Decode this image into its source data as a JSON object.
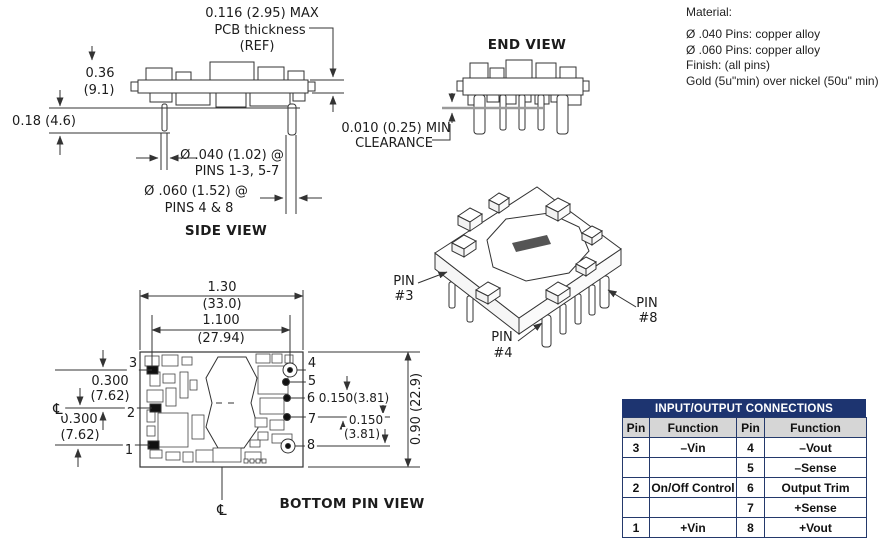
{
  "side_view": {
    "title": "SIDE VIEW",
    "pcb_max": "0.116 (2.95) MAX",
    "pcb_thickness": "PCB thickness",
    "pcb_ref": "(REF)",
    "height_in": "0.36",
    "height_mm": "(9.1)",
    "pin_length": "0.18 (4.6)",
    "pin_dia_small": "Ø .040 (1.02) @",
    "pin_dia_small_pins": "PINS 1-3, 5-7",
    "pin_dia_large": "Ø .060 (1.52) @",
    "pin_dia_large_pins": "PINS 4 & 8"
  },
  "end_view": {
    "title": "END VIEW",
    "clearance_value": "0.010 (0.25) MIN",
    "clearance_label": "CLEARANCE"
  },
  "material": {
    "title": "Material:",
    "lines": [
      "Ø .040 Pins: copper alloy",
      "Ø .060 Pins: copper alloy",
      "Finish: (all pins)",
      "Gold (5u\"min) over nickel (50u\" min)"
    ]
  },
  "iso_view": {
    "pin3": {
      "line1": "PIN",
      "line2": "#3"
    },
    "pin4": {
      "line1": "PIN",
      "line2": "#4"
    },
    "pin8": {
      "line1": "PIN",
      "line2": "#8"
    }
  },
  "bottom_view": {
    "title": "BOTTOM PIN VIEW",
    "width_in": "1.30",
    "width_mm": "(33.0)",
    "pin_span_in": "1.100",
    "pin_span_mm": "(27.94)",
    "pitch_left_top_in": "0.300",
    "pitch_left_top_mm": "(7.62)",
    "pitch_left_bot_in": "0.300",
    "pitch_left_bot_mm": "(7.62)",
    "pitch_right_top": "0.150(3.81)",
    "pitch_right_bot_in": "0.150",
    "pitch_right_bot_mm": "(3.81)",
    "height_dim": "0.90 (22.9)",
    "centerline": "℄",
    "left_pins": [
      "3",
      "2",
      "1"
    ],
    "right_pins": [
      "4",
      "5",
      "6",
      "7",
      "8"
    ]
  },
  "table": {
    "title": "INPUT/OUTPUT CONNECTIONS",
    "headers": [
      "Pin",
      "Function",
      "Pin",
      "Function"
    ],
    "rows": [
      [
        "3",
        "–Vin",
        "4",
        "–Vout"
      ],
      [
        "",
        "",
        "5",
        "–Sense"
      ],
      [
        "2",
        "On/Off Control",
        "6",
        "Output Trim"
      ],
      [
        "",
        "",
        "7",
        "+Sense"
      ],
      [
        "1",
        "+Vin",
        "8",
        "+Vout"
      ]
    ]
  },
  "colors": {
    "line": "#333333",
    "table_header_bg": "#1d3470",
    "table_header_text": "#ffffff",
    "table_subheader_bg": "#d6d6d6",
    "table_border": "#24396b",
    "clearance_line": "#9a9a9a"
  }
}
